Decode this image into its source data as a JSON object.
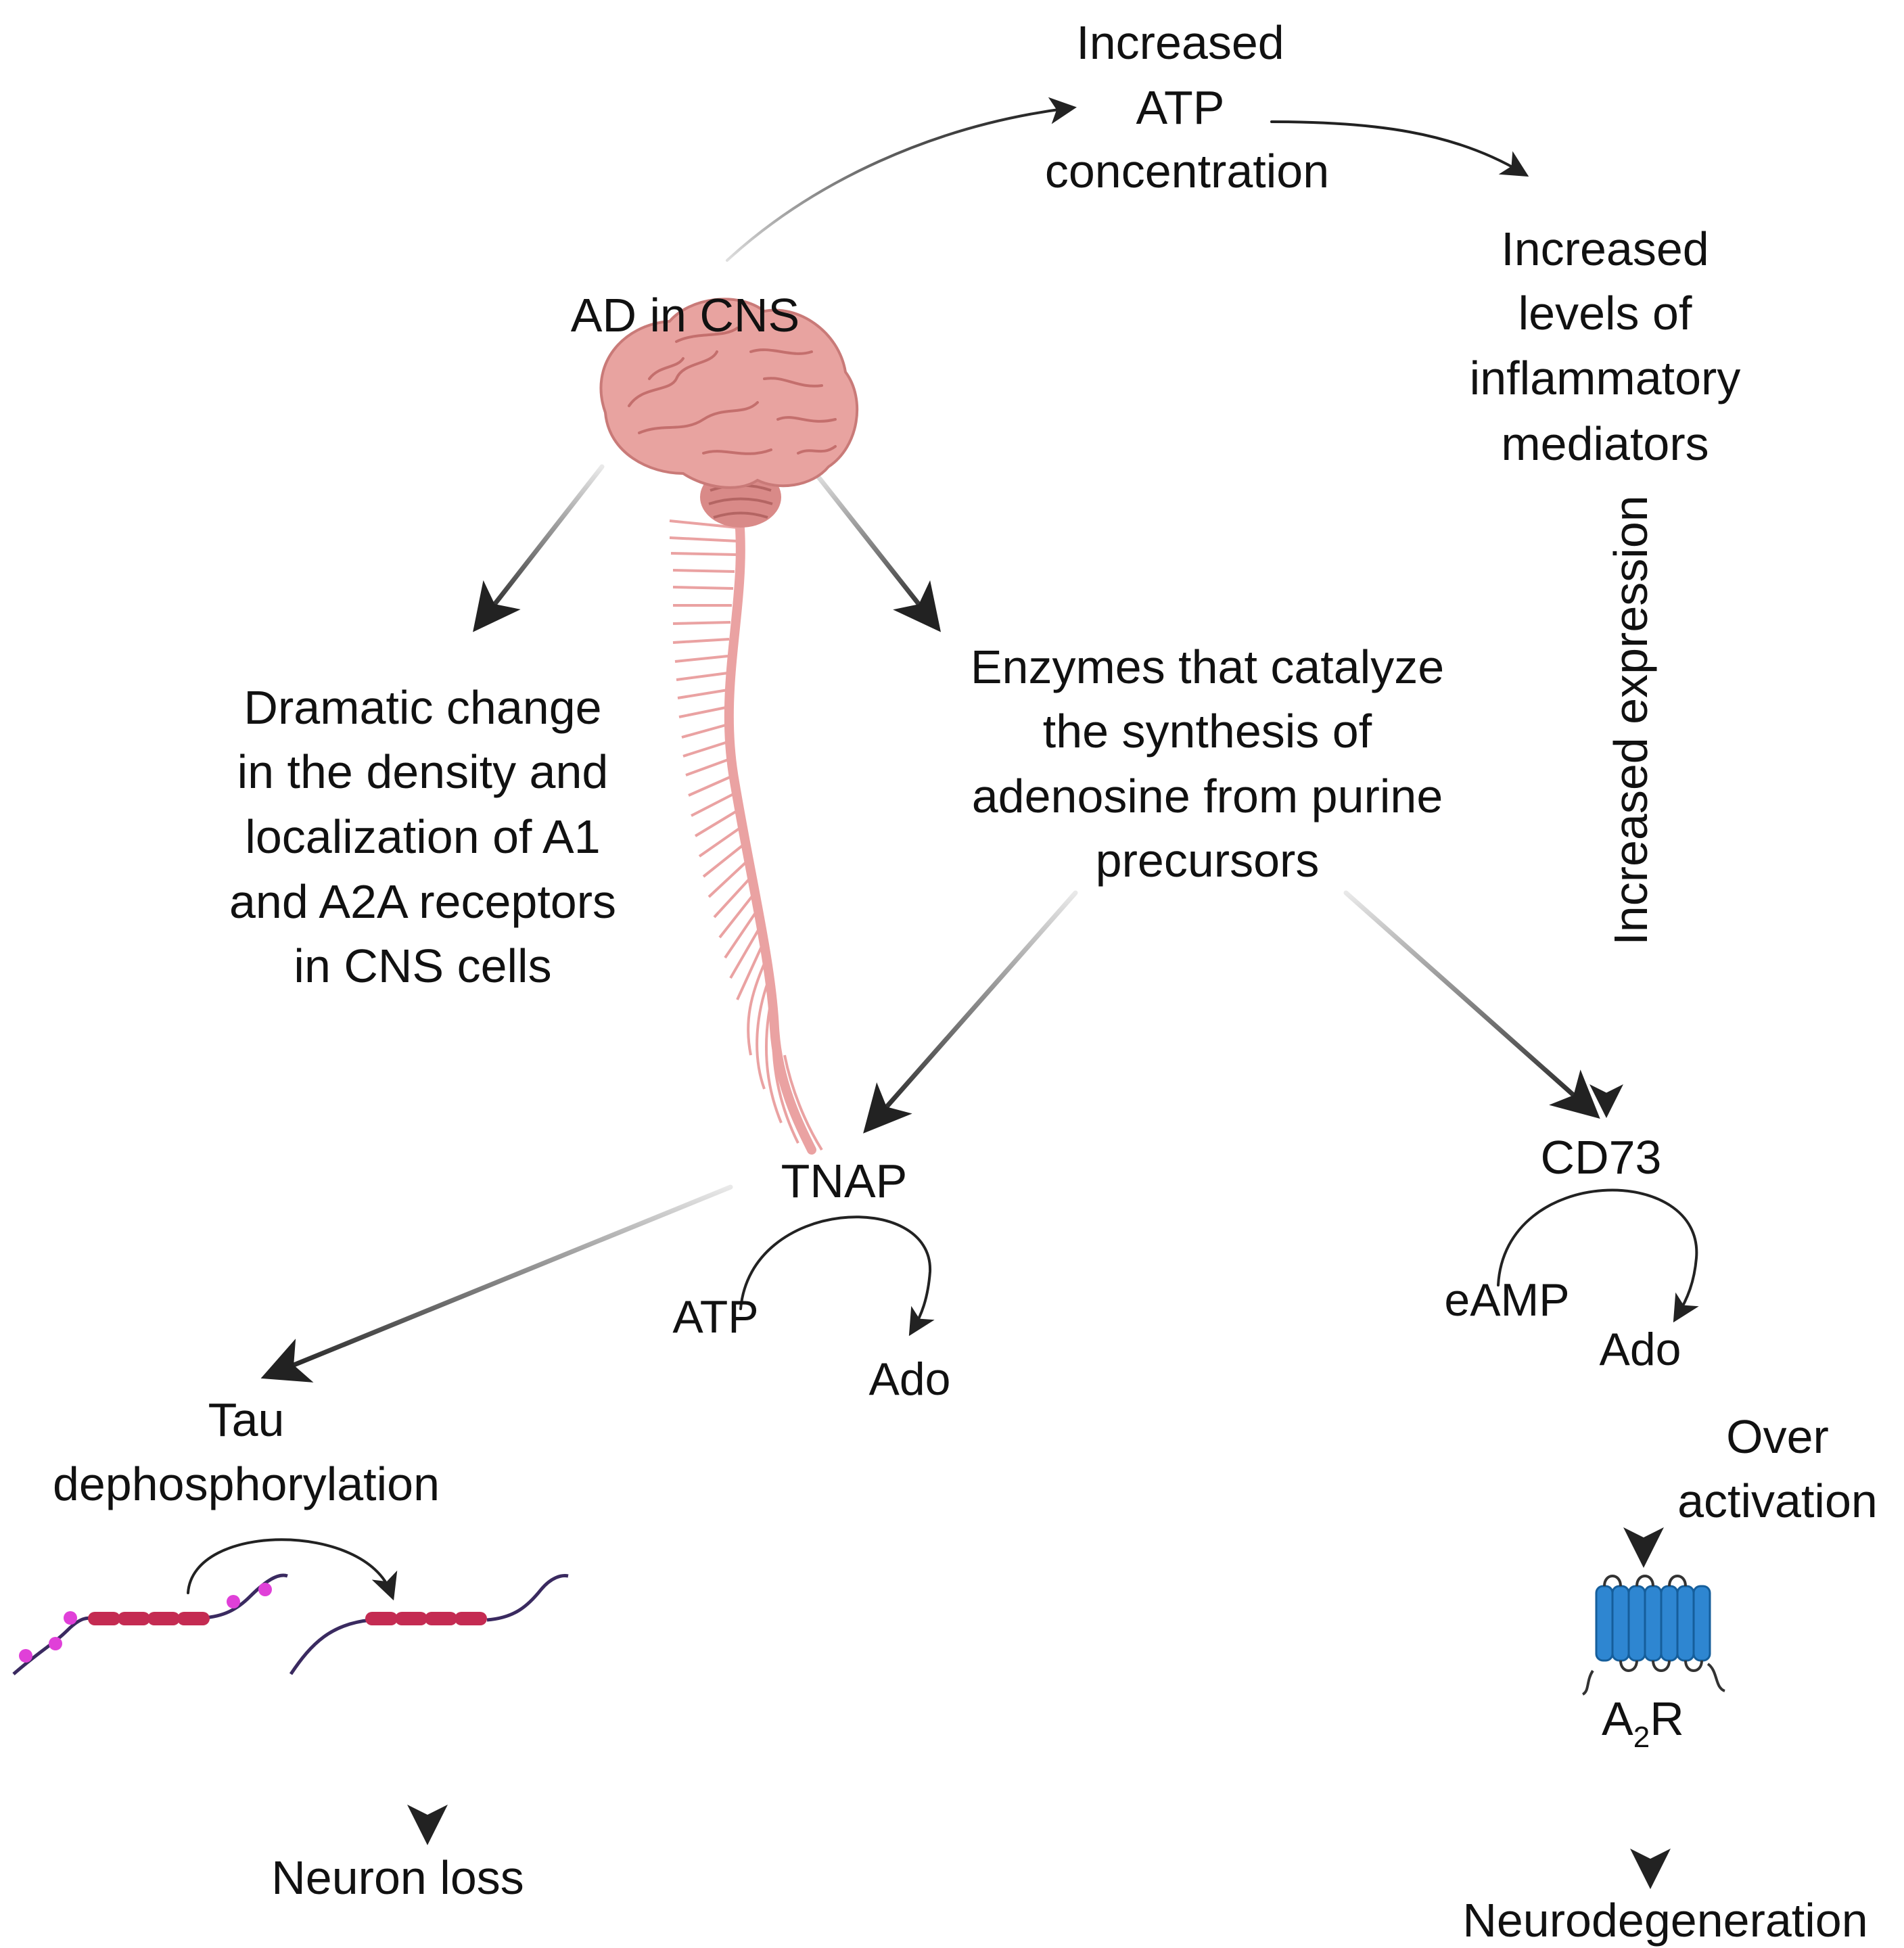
{
  "diagram": {
    "nodes": {
      "ad_cns": "AD in CNS",
      "atp_conc": [
        "Increased",
        "ATP",
        "concentration"
      ],
      "inflammatory": [
        "Increased",
        "levels of",
        "inflammatory",
        "mediators"
      ],
      "receptors": [
        "Dramatic change",
        "in the density and",
        "localization of A1",
        "and A2A receptors",
        "in CNS cells"
      ],
      "enzymes": [
        "Enzymes that catalyze",
        "the synthesis of",
        "adenosine from purine",
        "precursors"
      ],
      "tnap": "TNAP",
      "atp": "ATP",
      "ado_tnap": "Ado",
      "cd73": "CD73",
      "eamp": "eAMP",
      "ado_cd73": "Ado",
      "tau": [
        "Tau",
        "dephosphorylation"
      ],
      "neuron_loss": "Neuron loss",
      "a2r_main": "A",
      "a2r_sub": "2",
      "a2r_end": "R",
      "neurodegeneration": "Neurodegeneration"
    },
    "edge_labels": {
      "increased_expression": "Increased expression",
      "over_activation": [
        "Over",
        "activation"
      ]
    },
    "colors": {
      "arrow": "#222222",
      "brain": "#e8a3a0",
      "brain_dark": "#c97a78",
      "spinal": "#eaa2a2",
      "tau_chain": "#c42b52",
      "tau_line": "#3a2a60",
      "phosphate": "#e040d8",
      "receptor": "#2e86d1",
      "receptor_dark": "#155e9b"
    },
    "icons": [
      "brain-spinal-cord-icon",
      "tau-protein-phosphorylated-icon",
      "tau-protein-dephosphorylated-icon",
      "receptor-icon"
    ]
  }
}
